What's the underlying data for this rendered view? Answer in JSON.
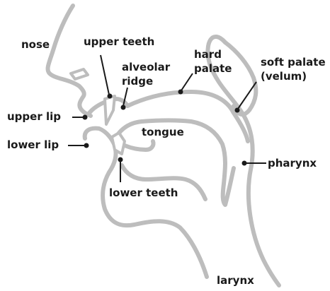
{
  "labels": {
    "nose": "nose",
    "upper_teeth": "upper teeth",
    "alveolar_ridge_line1": "alveolar",
    "alveolar_ridge_line2": "ridge",
    "hard_palate_line1": "hard",
    "hard_palate_line2": "palate",
    "soft_palate_line1": "soft palate",
    "soft_palate_line2": "(velum)",
    "upper_lip": "upper lip",
    "lower_lip": "lower lip",
    "tongue": "tongue",
    "pharynx": "pharynx",
    "lower_teeth": "lower teeth",
    "larynx": "larynx"
  },
  "colors": {
    "outline": "#bdbdbd",
    "text": "#1a1a1a",
    "background": "#ffffff"
  }
}
